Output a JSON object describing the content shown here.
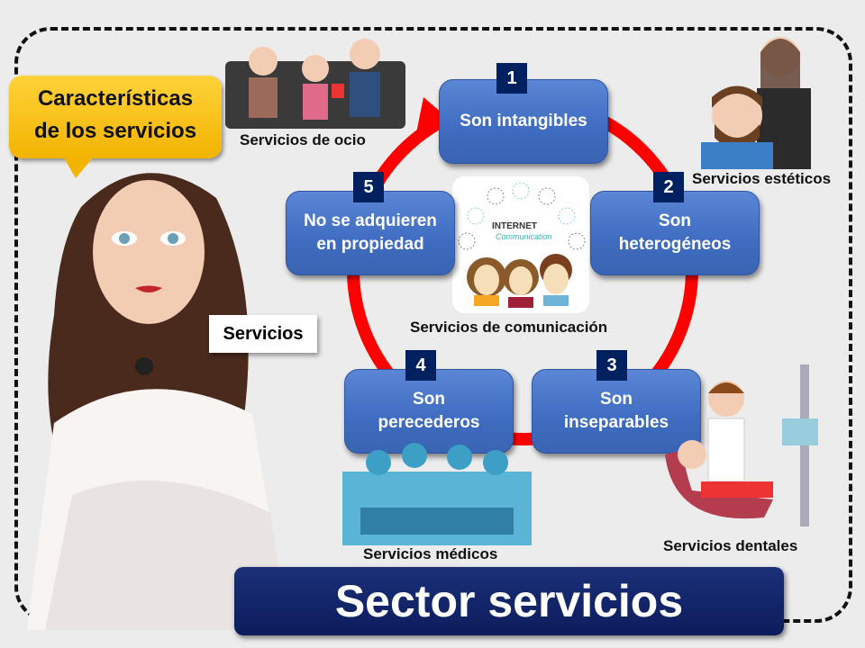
{
  "callout": {
    "line1": "Características",
    "line2": "de los servicios"
  },
  "center_label": "Servicios",
  "characteristics": [
    {
      "number": "1",
      "label": "Son intangibles"
    },
    {
      "number": "2",
      "label_line1": "Son",
      "label_line2": "heterogéneos"
    },
    {
      "number": "3",
      "label_line1": "Son",
      "label_line2": "inseparables"
    },
    {
      "number": "4",
      "label_line1": "Son",
      "label_line2": "perecederos"
    },
    {
      "number": "5",
      "label_line1": "No se adquieren",
      "label_line2": "en propiedad"
    }
  ],
  "service_types": {
    "ocio": "Servicios de ocio",
    "esteticos": "Servicios estéticos",
    "comunicacion": "Servicios de comunicación",
    "medicos": "Servicios médicos",
    "dentales": "Servicios dentales"
  },
  "comm_image": {
    "line1": "INTERNET",
    "line2": "Communication"
  },
  "title": "Sector servicios",
  "colors": {
    "box": "#4472c4",
    "badge": "#002060",
    "ring": "#ff0000",
    "callout": "#ffc000",
    "title_bg": "#13256b"
  }
}
